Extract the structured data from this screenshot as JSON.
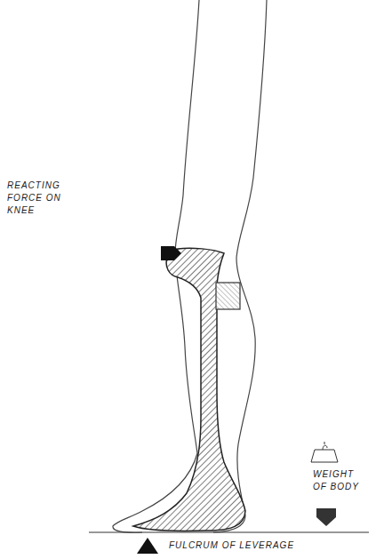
{
  "diagram": {
    "labels": [
      "REACTING FORCE ON KNEE",
      "WEIGHT OF BODY",
      "FULCRUM OF LEVERAGE"
    ]
  }
}
